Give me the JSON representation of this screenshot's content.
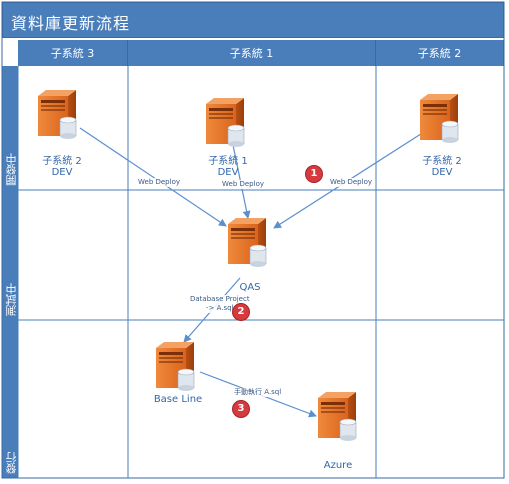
{
  "title": "資料庫更新流程",
  "columns": [
    "子系統 3",
    "子系統 1",
    "子系統 2"
  ],
  "rows": [
    "開發中",
    "測試中",
    "發行"
  ],
  "nodes": {
    "sub2_left": {
      "name": "子系統 2",
      "env": "DEV"
    },
    "sub1": {
      "name": "子系統 1",
      "env": "DEV"
    },
    "sub2_right": {
      "name": "子系統 2",
      "env": "DEV"
    },
    "qas": {
      "name": "QAS"
    },
    "baseline": {
      "name": "Base Line"
    },
    "azure": {
      "name": "Azure"
    }
  },
  "edges": {
    "e1": "Web Deploy",
    "e2": "Web Deploy",
    "e3": "Web Deploy",
    "e4_line1": "Database Project",
    "e4_line2": "-> A.sql",
    "e5": "手動執行 A.sql"
  },
  "badges": [
    "1",
    "2",
    "3"
  ],
  "colors": {
    "header": "#4a7ebb",
    "server": "#e8772e",
    "arrow": "#5b8fd0",
    "badge": "#d63a3f"
  }
}
